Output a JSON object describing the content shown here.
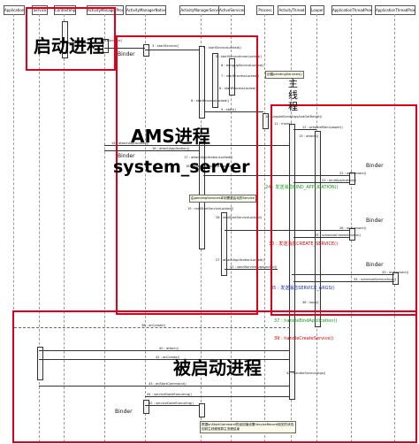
{
  "lanes": [
    "Application",
    "Service",
    "ContextImpl",
    "ActivityManagerProxy",
    "ActivityManagerNative",
    "ActivityManagerService",
    "ActiveServices",
    "Process",
    "ActivityThread",
    "Looper",
    "ApplicationThreadProxy",
    "ApplicationThreadProxy"
  ],
  "regions": {
    "start_process": "启动进程",
    "ams_process": "AMS进程",
    "system_server": "system_server",
    "started_process": "被启动进程",
    "main_thread": "主线程"
  },
  "binder_label": "Binder",
  "messages": {
    "m1": "1 : startService()",
    "m2": "2 : startService()",
    "m3": "3 : startService()",
    "m4": "4 : startServiceLocked()",
    "m5": "5 : startServiceInnerLocked()",
    "m6": "6 : bringUpServiceLocked()",
    "m7": "7 : startProcessLocked()",
    "m8": "8 : startProcessLocked()",
    "m9": "9 : start()",
    "m10": "10 : zygoteSendArgsAndGetResult()",
    "m11": "11 : main()",
    "m12": "12 : prepareMainLooper()",
    "m13": "13 : attach()",
    "m14": "14 : attachApplication()",
    "m15": "15 : onTransact()",
    "m16": "16 : attachApplication()",
    "m17": "17 : attachApplicationLocked()",
    "m18": "18 : attachApplicationLocked()",
    "m19": "19 : realStartServiceLocked()",
    "m20": "20 : bindApplication()",
    "m21": "21 : sendMessage()",
    "m22": "22 : onTransact()",
    "m23": "23 : bindApplication()",
    "m24": "24 : 发送消息BIND_APPLICATION()",
    "m25": "25 : scheduleCreateService()",
    "m26": "26 : onTransact()",
    "m27": "27 : attachApplicationLocked()",
    "m28": "28 : realStartServiceLocked()",
    "m29": "29 : scheduleCreateService()",
    "m30": "30 : 发送消息CREATE_SERVICE()",
    "m31": "31 : sendServiceArgsLocked()",
    "m32": "32 : scheduleServiceArgs()",
    "m33": "33 : onTransact()",
    "m34": "34 : scheduleServiceArgs()",
    "m35": "35 : 发送消息SERVICE_ARGS()",
    "m36": "36 : loop()",
    "m37": "37 : handleBindApplication()",
    "m38": "38 : onCreate()",
    "m39": "39 : handleCreateService()",
    "m40": "40 : attach()",
    "m41": "41 : onCreate()",
    "m42": "42 : handleServiceArgs()",
    "m43": "43 : onStartCommand()",
    "m44": "44 : serviceDoneExecuting()",
    "m45": "45 : serviceDoneExecuting()"
  },
  "notes": {
    "n1": "创建pendingServices()",
    "n2": "由pendingServices拿到需要启动的Service",
    "n3": "根据onStartCommand的返回值设置ServiceRecord相关的状态,\n回到主线程就算主流程结束"
  },
  "colors": {
    "region_border": "#e0001b",
    "green_msg": "#119b11",
    "red_msg": "#d40000",
    "blue_msg": "#1b2bb0"
  }
}
